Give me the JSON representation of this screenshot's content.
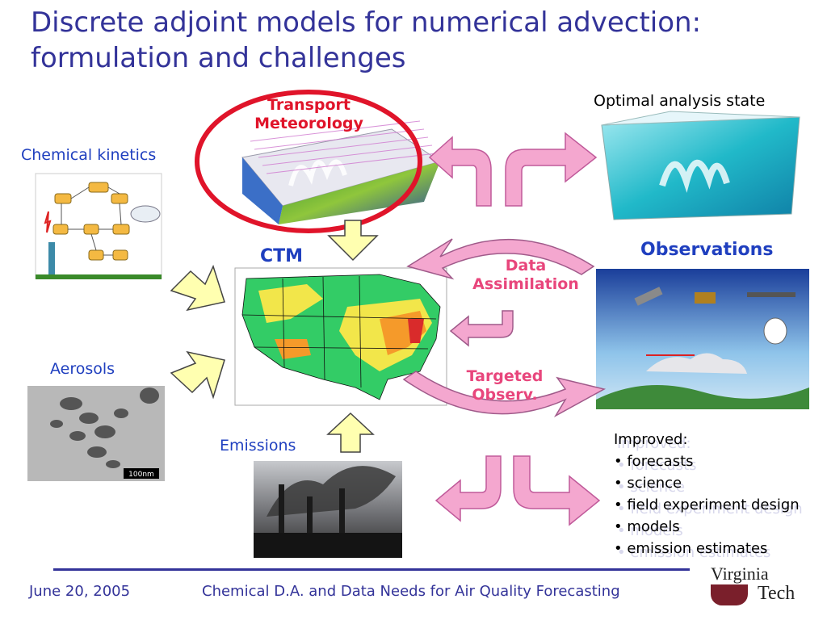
{
  "slide": {
    "title_line1": "Discrete adjoint models for numerical advection:",
    "title_line2": "formulation and challenges"
  },
  "labels": {
    "transport_line1": "Transport",
    "transport_line2": "Meteorology",
    "optimal": "Optimal analysis state",
    "chemical_kinetics": "Chemical kinetics",
    "ctm": "CTM",
    "observations": "Observations",
    "data_line1": "Data",
    "data_line2": "Assimilation",
    "targeted_line1": "Targeted",
    "targeted_line2": "Observ.",
    "aerosols": "Aerosols",
    "emissions": "Emissions",
    "scale_bar": "100nm"
  },
  "improved": {
    "heading": "Improved:",
    "items": [
      "• forecasts",
      "• science",
      "• field experiment design",
      "• models",
      "• emission estimates"
    ]
  },
  "footer": {
    "date": "June 20, 2005",
    "subtitle": "Chemical D.A. and Data Needs for Air Quality Forecasting",
    "logo_line1": "Virginia",
    "logo_line2": "Tech"
  },
  "colors": {
    "title": "#333399",
    "accent_pink": "#e8467c",
    "arrow_pink": "#f4a7cf",
    "arrow_yellow": "#ffffb0",
    "circle_red": "#e0142a",
    "vt_maroon": "#7a1f2b"
  }
}
